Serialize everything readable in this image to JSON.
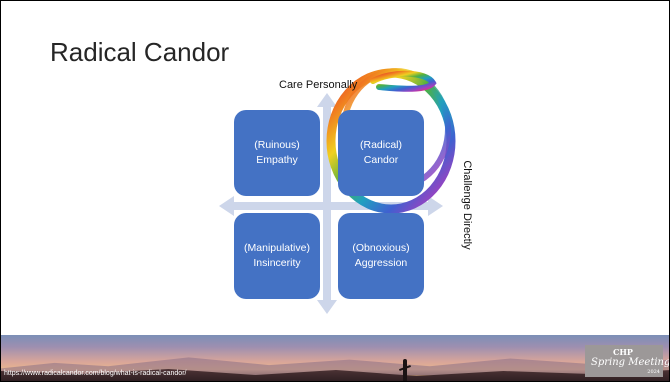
{
  "slide": {
    "title": "Radical Candor"
  },
  "diagram": {
    "vertical_axis_label": "Care Personally",
    "horizontal_axis_label": "Challenge Directly",
    "quadrants": [
      {
        "line1": "(Ruinous)",
        "line2": "Empathy"
      },
      {
        "line1": "(Radical)",
        "line2": "Candor"
      },
      {
        "line1": "(Manipulative)",
        "line2": "Insincerity"
      },
      {
        "line1": "(Obnoxious)",
        "line2": "Aggression"
      }
    ],
    "colors": {
      "box": "#4472c4",
      "arrow": "#cdd6ea",
      "highlight_scribble": "rainbow"
    },
    "highlighted_quadrant": "(Radical) Candor"
  },
  "footer": {
    "url": "https://www.radicalcandor.com/blog/what-is-radical-candor/",
    "logo": {
      "brand": "CHP",
      "script": "Spring Meeting",
      "year": "2024"
    }
  }
}
